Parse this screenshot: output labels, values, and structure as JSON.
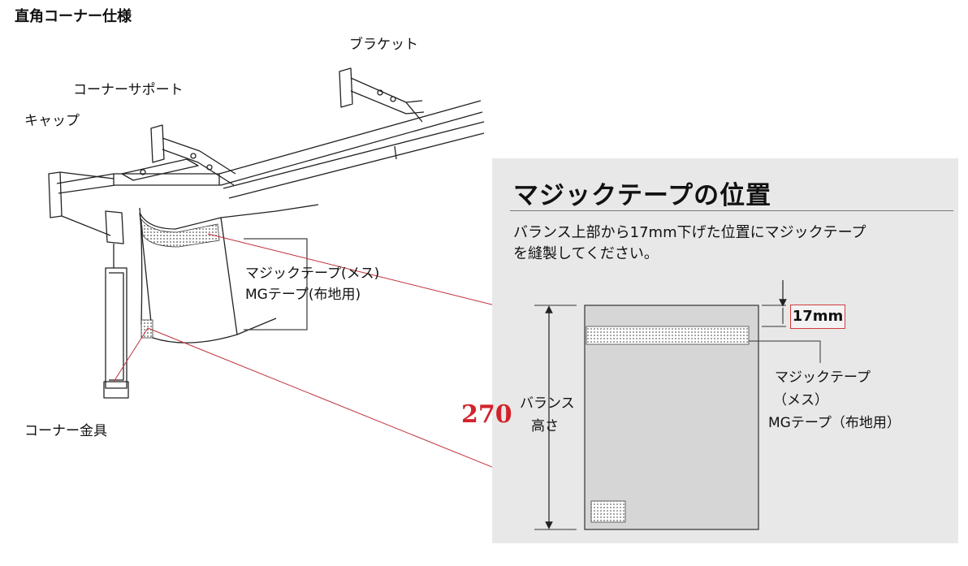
{
  "title": "直角コーナー仕様",
  "illustration": {
    "labels": {
      "bracket": "ブラケット",
      "corner_support": "コーナーサポート",
      "cap": "キャップ",
      "corner_hardware": "コーナー金具",
      "tape_line1": "マジックテープ(メス)",
      "tape_line2": "MGテープ(布地用)"
    }
  },
  "panel": {
    "title": "マジックテープの位置",
    "description_line1": "バランス上部から17mm下げた位置にマジックテープ",
    "description_line2": "を縫製してください。",
    "offset_label": "17mm",
    "height_value": "270",
    "height_label_line1": "バランス",
    "height_label_line2": "高さ",
    "tape_label_line1": "マジックテープ",
    "tape_label_line2": "（メス）",
    "tape_label_line3": "MGテープ（布地用）"
  },
  "colors": {
    "accent_red": "#d2232a",
    "panel_bg": "#e8e8e8",
    "sheet_fill": "#d6d6d6"
  }
}
